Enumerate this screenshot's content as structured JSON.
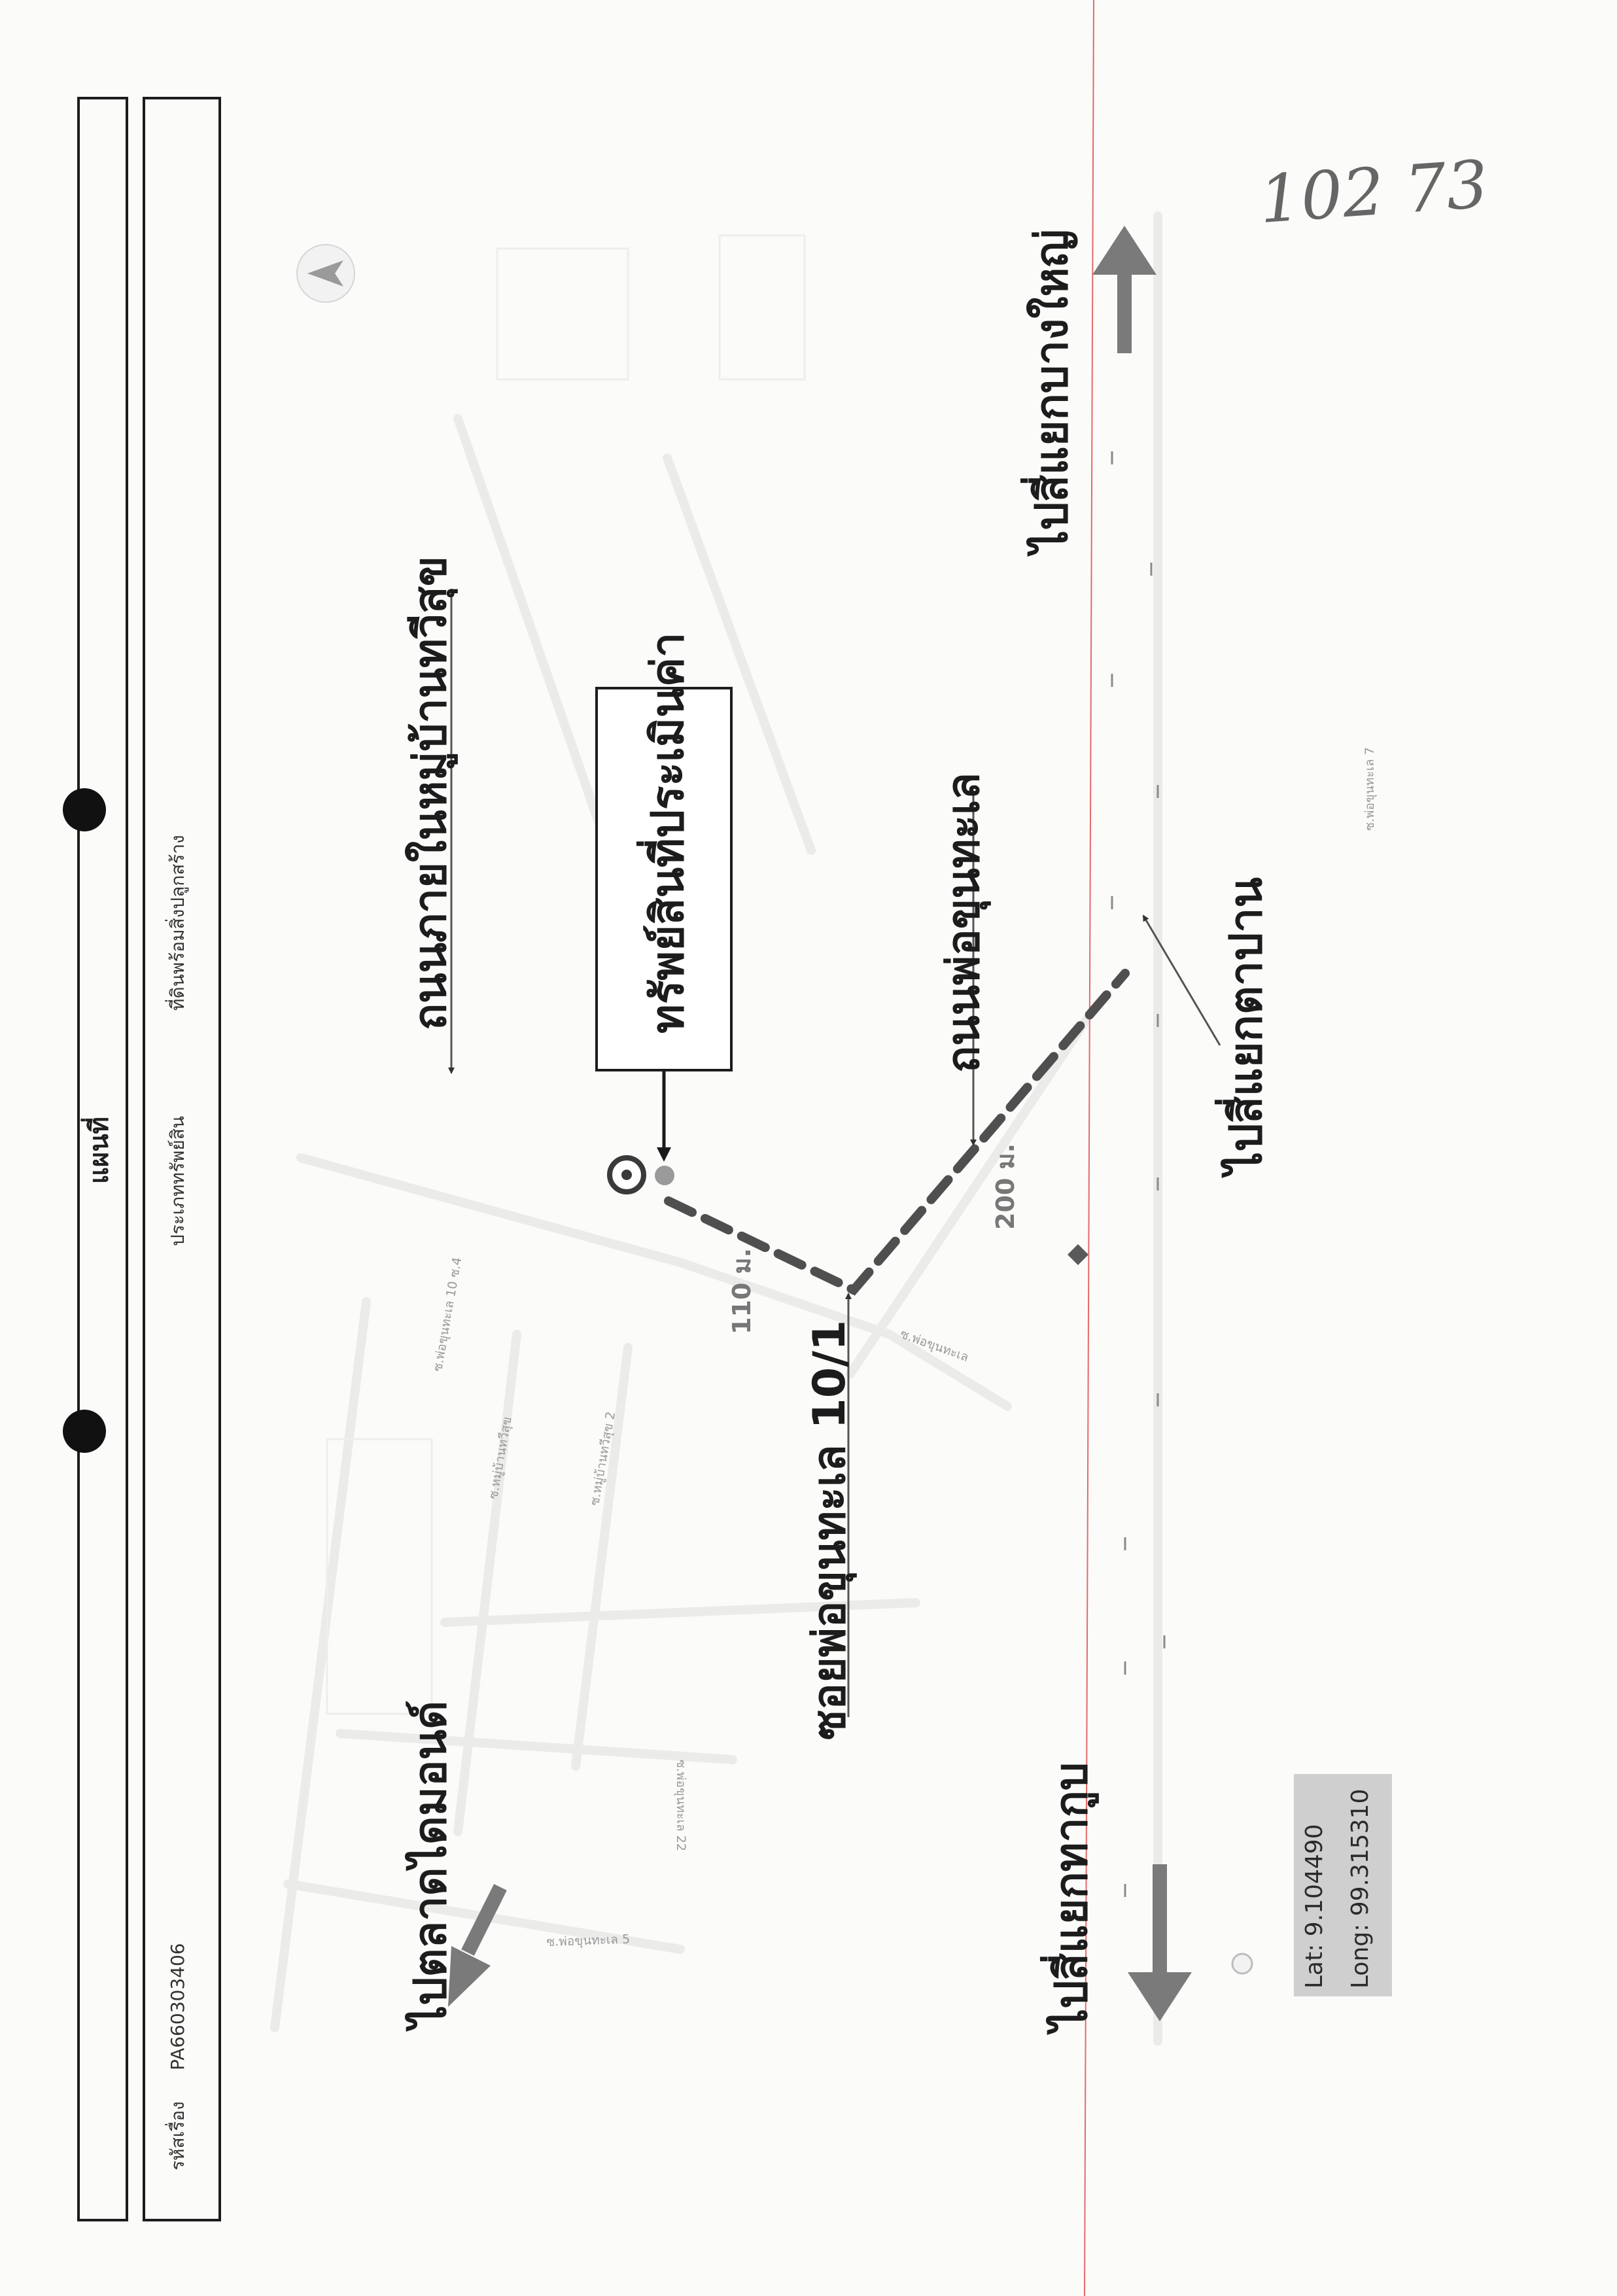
{
  "form": {
    "title": "แผนที่",
    "case_code_label": "รหัสเรื่อง",
    "case_code_value": "PA660303406",
    "asset_type_label": "ประเภททรัพย์สิน",
    "asset_type_value": "ที่ดินพร้อมสิ่งปลูกสร้าง"
  },
  "annotations": {
    "handwritten_number": "102 73"
  },
  "map": {
    "labels": {
      "village_road": "ถนนภายในหมู่บ้านทวีสุข",
      "subject_property": "ทรัพย์สินที่ประเมินค่า",
      "pho_khun_thale_road": "ถนนพ่อขุนทะเล",
      "to_bang_yai_junction": "ไปสี่แยกบางใหญ่",
      "to_ta_pan_junction": "ไปสี่แยกตาปาน",
      "soi_pho_khun_thale": "ซอยพ่อขุนทะเล 10/1",
      "to_tha_kup_junction": "ไปสี่แยกทากูบ",
      "to_diamond_market": "ไปตลาดไดมอนด์"
    },
    "distances": {
      "segment_1": "110 ม.",
      "segment_2": "200 ม."
    },
    "coordinates": {
      "lat": "Lat: 9.104490",
      "long": "Long: 99.315310"
    },
    "street_labels": [
      "ซ.พ่อขุนทะเล 10 ซ.4",
      "ซ.หมู่บ้านทวีสุข",
      "ซ.หมู่บ้านทวีสุข 2",
      "ซ.พ่อขุนทะเล",
      "ซ.พ่อขุนทะเล 5",
      "ซ.พ่อขุนทะเล 7",
      "ซ.พ่อขุนทะเล 22"
    ]
  }
}
